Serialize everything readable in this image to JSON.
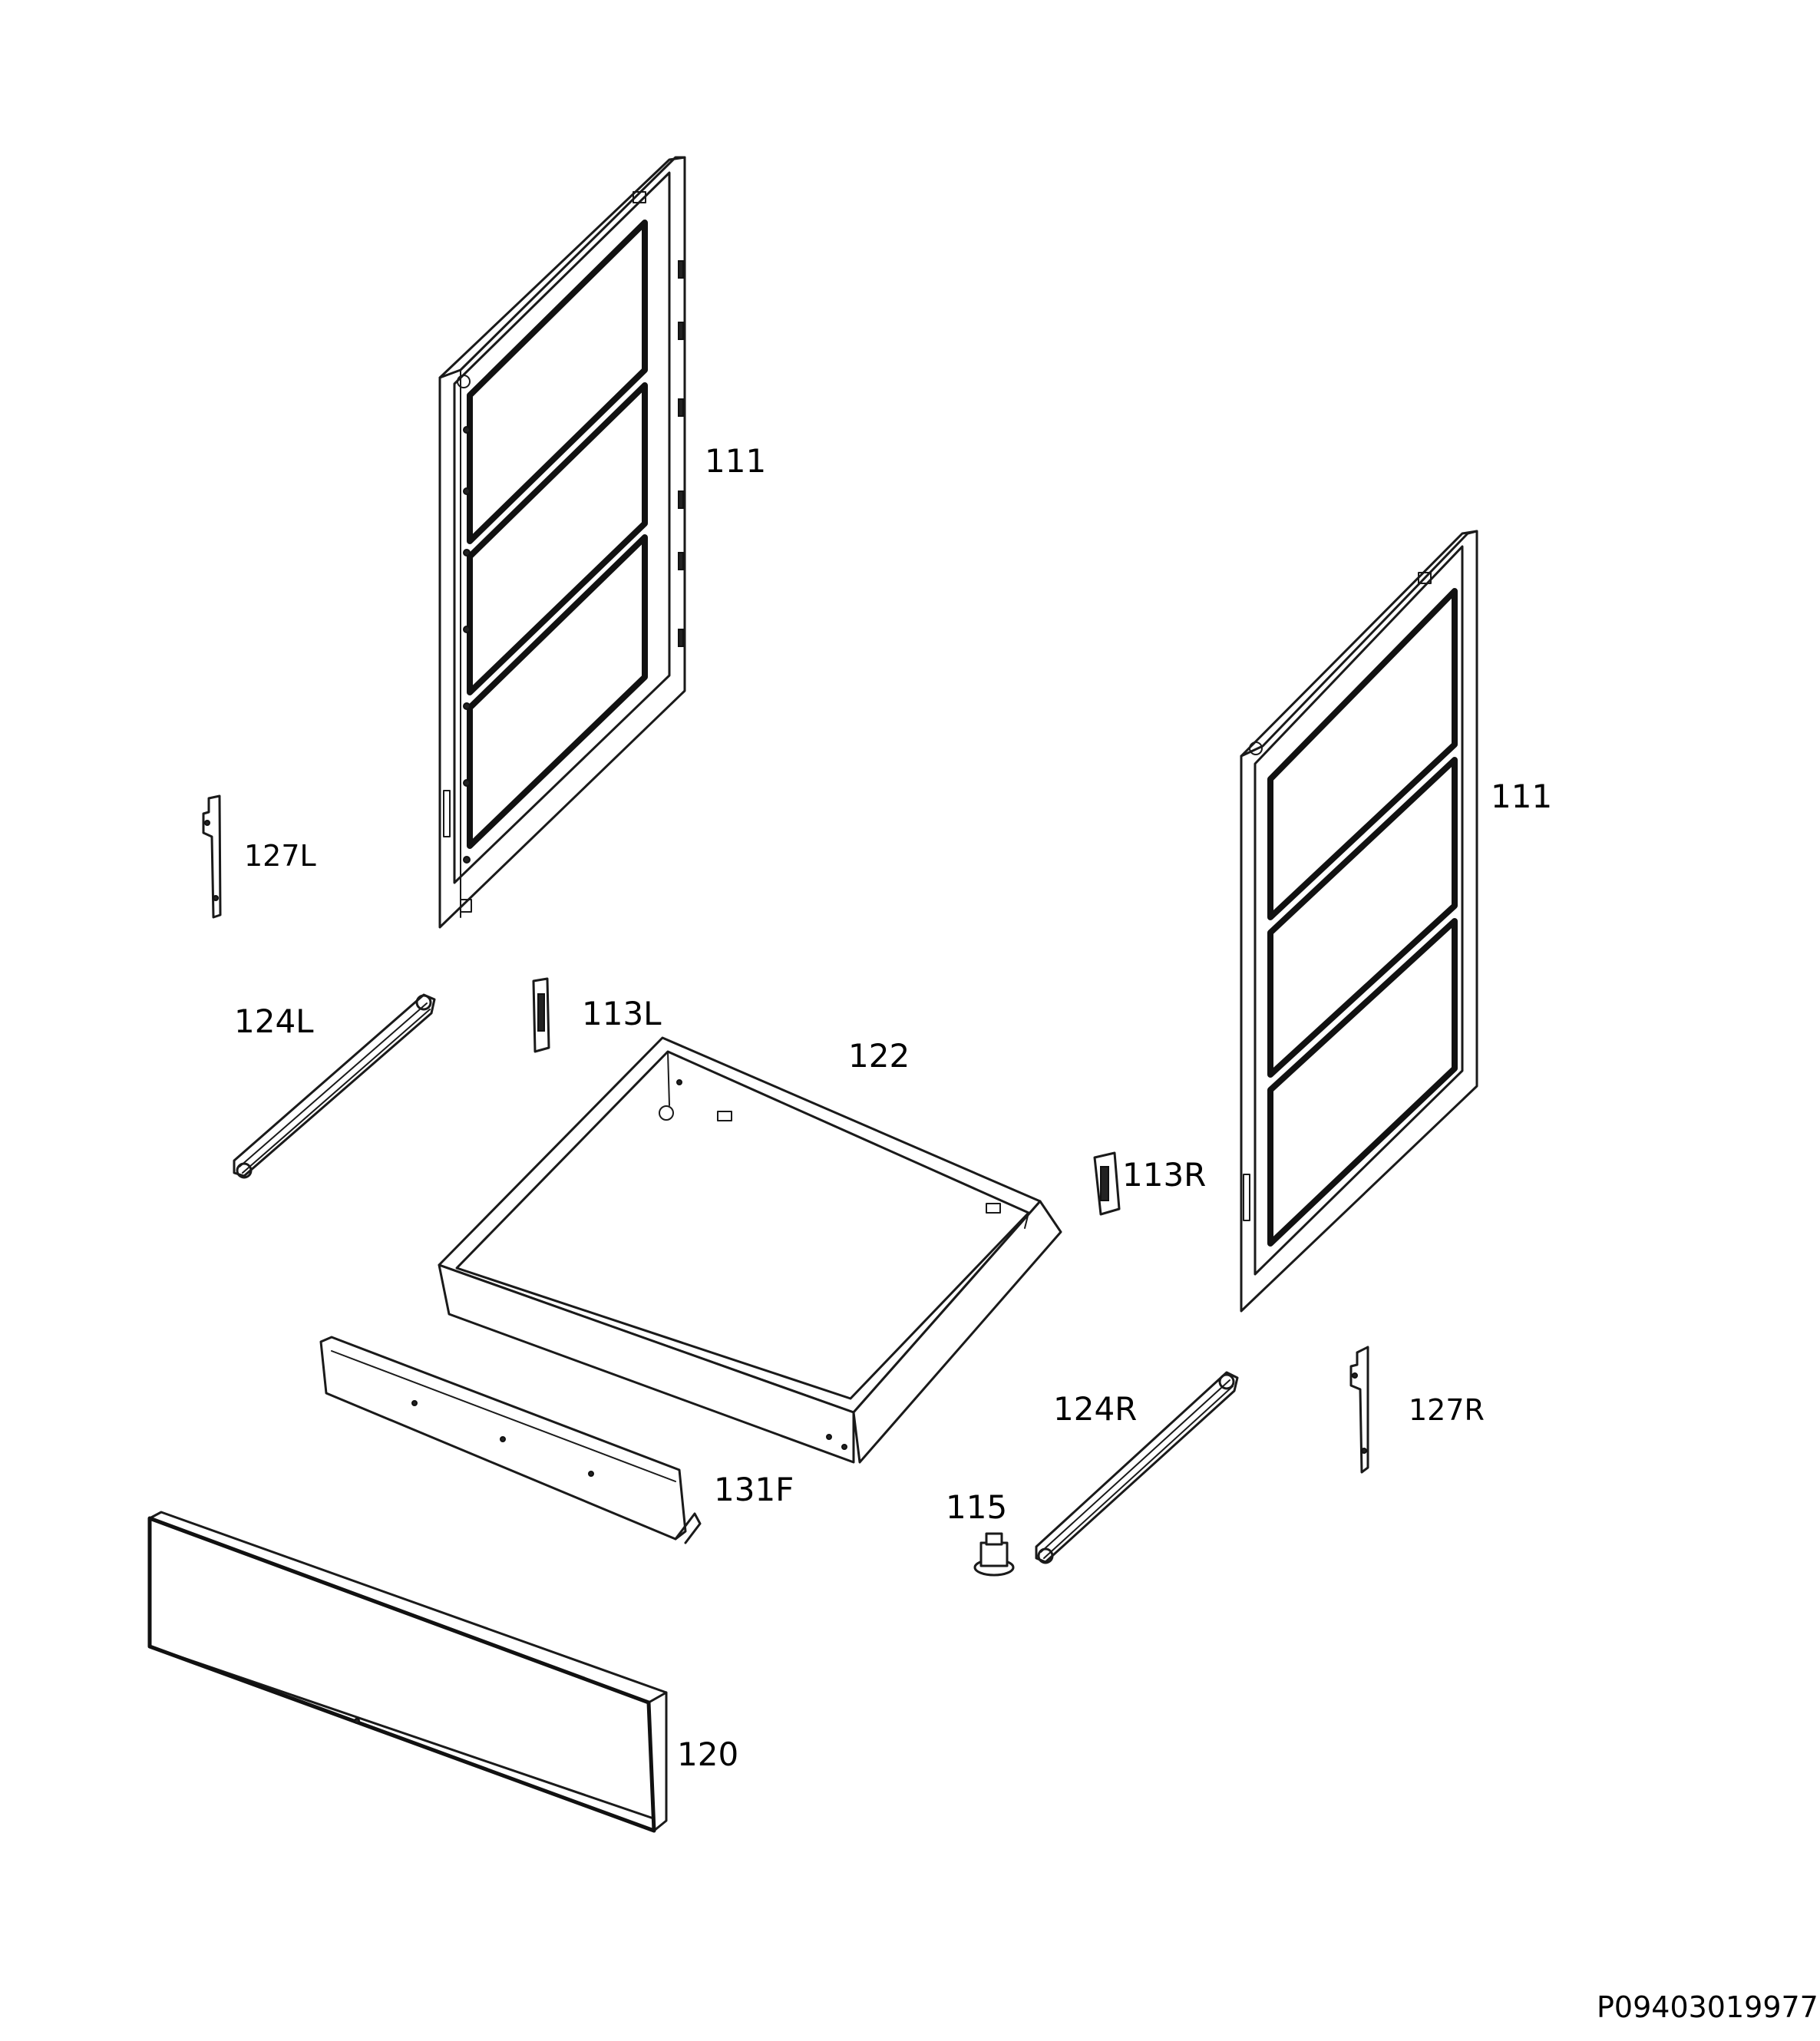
{
  "labels": {
    "side_panel_left": "111",
    "side_panel_right": "111",
    "bracket_127l": "127L",
    "rail_124l": "124L",
    "hinge_113l": "113L",
    "drawer_122": "122",
    "hinge_113r": "113R",
    "rail_124r": "124R",
    "bracket_127r": "127R",
    "back_131f": "131F",
    "foot_115": "115",
    "front_panel_120": "120"
  },
  "reference_code": "P09403019977"
}
